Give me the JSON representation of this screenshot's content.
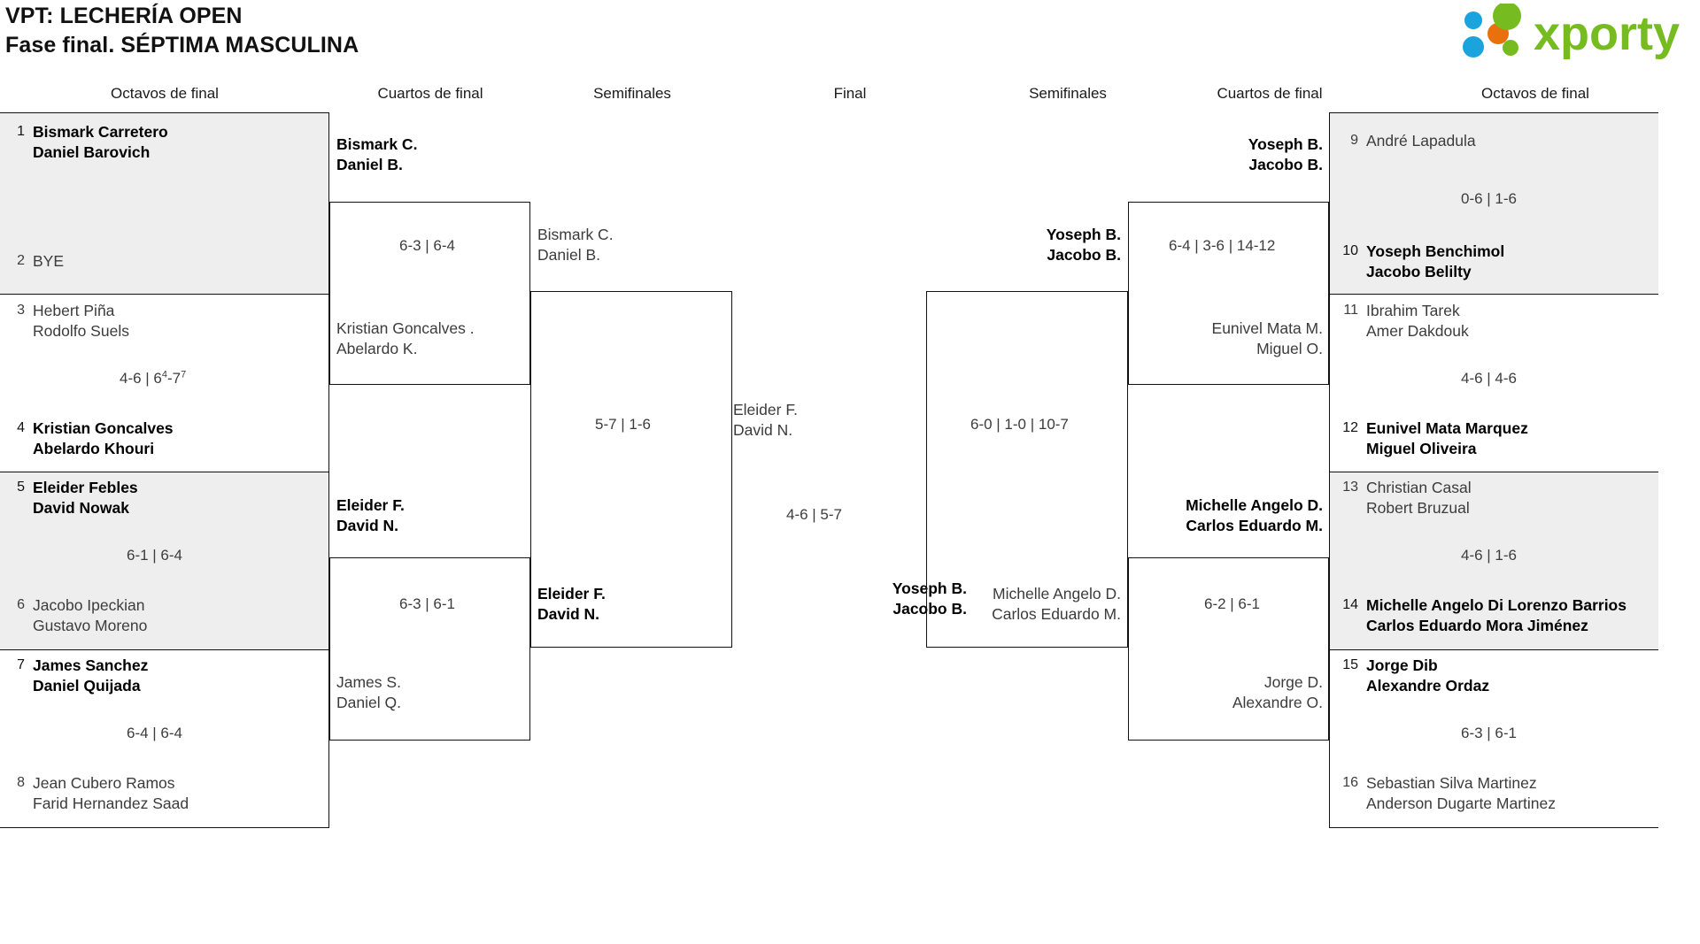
{
  "header": {
    "title_line1": "VPT: LECHERÍA OPEN",
    "title_line2": "Fase final. SÉPTIMA MASCULINA",
    "logo_text": "xporty",
    "logo_colors": {
      "green": "#76bc21",
      "blue": "#1aa3dd",
      "orange": "#e8700d"
    }
  },
  "round_headers": {
    "left_r16": "Octavos de final",
    "left_qf": "Cuartos de final",
    "left_sf": "Semifinales",
    "final": "Final",
    "right_sf": "Semifinales",
    "right_qf": "Cuartos de final",
    "right_r16": "Octavos de final"
  },
  "left": {
    "r16": [
      {
        "seed": "1",
        "p1": "Bismark Carretero",
        "p2": "Daniel Barovich",
        "winner": true,
        "shaded": true
      },
      {
        "seed": "2",
        "p1": "BYE",
        "p2": "",
        "winner": false,
        "shaded": true
      },
      {
        "seed": "3",
        "p1": "Hebert Piña",
        "p2": "Rodolfo Suels",
        "winner": false,
        "shaded": false
      },
      {
        "seed": "4",
        "p1": "Kristian Goncalves",
        "p2": "Abelardo Khouri",
        "winner": true,
        "shaded": false
      },
      {
        "seed": "5",
        "p1": "Eleider Febles",
        "p2": "David Nowak",
        "winner": true,
        "shaded": true
      },
      {
        "seed": "6",
        "p1": "Jacobo Ipeckian",
        "p2": "Gustavo Moreno",
        "winner": false,
        "shaded": true
      },
      {
        "seed": "7",
        "p1": "James Sanchez",
        "p2": "Daniel Quijada",
        "winner": true,
        "shaded": false
      },
      {
        "seed": "8",
        "p1": "Jean Cubero Ramos",
        "p2": "Farid Hernandez Saad",
        "winner": false,
        "shaded": false
      }
    ],
    "r16_scores": [
      "",
      "4-6 | 6@4-7@7",
      "6-1 | 6-4",
      "6-4 | 6-4"
    ],
    "qf": [
      {
        "p1": "Bismark C.",
        "p2": "Daniel B.",
        "winner": true
      },
      {
        "p1": "Kristian Goncalves .",
        "p2": "Abelardo K.",
        "winner": false
      },
      {
        "p1": "Eleider F.",
        "p2": "David N.",
        "winner": true
      },
      {
        "p1": "James S.",
        "p2": "Daniel Q.",
        "winner": false
      }
    ],
    "qf_scores": [
      "6-3 | 6-4",
      "6-3 | 6-1"
    ],
    "sf": [
      {
        "p1": "Bismark C.",
        "p2": "Daniel B.",
        "winner": false
      },
      {
        "p1": "Eleider F.",
        "p2": "David N.",
        "winner": true
      }
    ],
    "sf_score": "5-7 | 1-6",
    "finalist": {
      "p1": "Eleider F.",
      "p2": "David N.",
      "winner": false
    }
  },
  "final": {
    "score": "4-6 | 5-7"
  },
  "right": {
    "r16": [
      {
        "seed": "9",
        "p1": "André Lapadula",
        "p2": "",
        "winner": false,
        "shaded": true
      },
      {
        "seed": "10",
        "p1": "Yoseph Benchimol",
        "p2": "Jacobo Belilty",
        "winner": true,
        "shaded": true
      },
      {
        "seed": "11",
        "p1": "Ibrahim Tarek",
        "p2": "Amer Dakdouk",
        "winner": false,
        "shaded": false
      },
      {
        "seed": "12",
        "p1": "Eunivel Mata Marquez",
        "p2": "Miguel Oliveira",
        "winner": true,
        "shaded": false
      },
      {
        "seed": "13",
        "p1": "Christian Casal",
        "p2": "Robert Bruzual",
        "winner": false,
        "shaded": true
      },
      {
        "seed": "14",
        "p1": "Michelle Angelo Di Lorenzo Barrios",
        "p2": "Carlos Eduardo Mora Jiménez",
        "winner": true,
        "shaded": true
      },
      {
        "seed": "15",
        "p1": "Jorge Dib",
        "p2": "Alexandre Ordaz",
        "winner": true,
        "shaded": false
      },
      {
        "seed": "16",
        "p1": "Sebastian Silva Martinez",
        "p2": "Anderson Dugarte Martinez",
        "winner": false,
        "shaded": false
      }
    ],
    "r16_scores": [
      "0-6 | 1-6",
      "4-6 | 4-6",
      "4-6 | 1-6",
      "6-3 | 6-1"
    ],
    "qf": [
      {
        "p1": "Yoseph B.",
        "p2": "Jacobo B.",
        "winner": true
      },
      {
        "p1": "Eunivel Mata M.",
        "p2": "Miguel O.",
        "winner": false
      },
      {
        "p1": "Michelle Angelo D.",
        "p2": "Carlos Eduardo M.",
        "winner": true
      },
      {
        "p1": "Jorge D.",
        "p2": "Alexandre O.",
        "winner": false
      }
    ],
    "qf_scores": [
      "6-4 | 3-6 | 14-12",
      "6-2 | 6-1"
    ],
    "sf": [
      {
        "p1": "Yoseph B.",
        "p2": "Jacobo B.",
        "winner": true
      },
      {
        "p1": "Michelle Angelo D.",
        "p2": "Carlos Eduardo M.",
        "winner": false
      }
    ],
    "sf_score": "6-0 | 1-0 | 10-7",
    "finalist": {
      "p1": "Yoseph B.",
      "p2": "Jacobo B.",
      "winner": true
    }
  }
}
